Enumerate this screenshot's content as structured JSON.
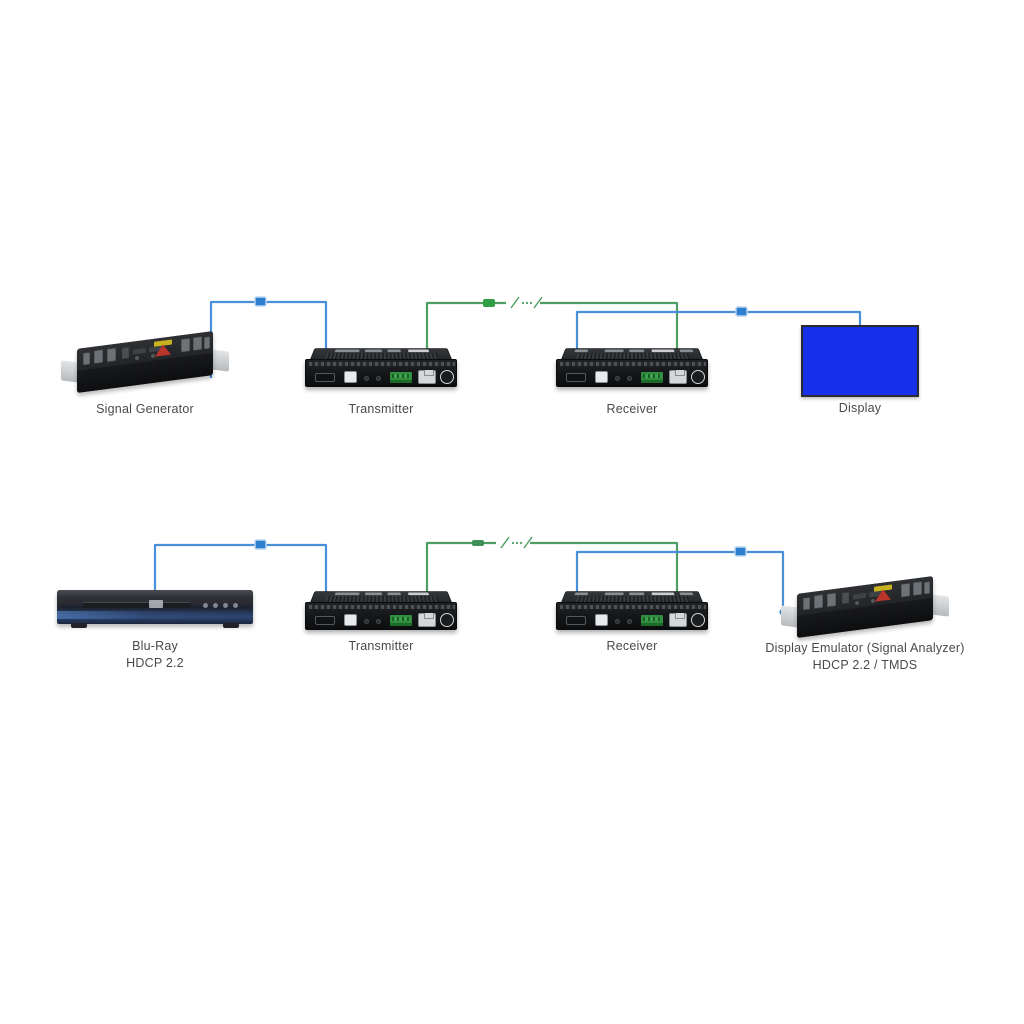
{
  "diagram": {
    "title": "AV Extender Signal Chain Diagram",
    "colors": {
      "hdmi_cable": "#4a90d9",
      "fiber_cable": "#4f9e63",
      "display_screen": "#1530e8",
      "label_text": "#4a4a4a",
      "device_body": "#1b1c1e"
    },
    "rows": [
      {
        "id": "row-1",
        "name": "signal-generator-chain",
        "nodes": [
          {
            "id": "signal-generator",
            "label": "Signal Generator",
            "sublabel": "",
            "type": "signal-generator"
          },
          {
            "id": "transmitter-1",
            "label": "Transmitter",
            "sublabel": "",
            "type": "extender"
          },
          {
            "id": "receiver-1",
            "label": "Receiver",
            "sublabel": "",
            "type": "extender"
          },
          {
            "id": "display",
            "label": "Display",
            "sublabel": "",
            "type": "monitor"
          }
        ],
        "links": [
          {
            "id": "link-gen-tx",
            "from": "signal-generator",
            "to": "transmitter-1",
            "cable": "hdmi",
            "color": "#4a90d9",
            "marker": true,
            "break": false
          },
          {
            "id": "link-tx-rx",
            "from": "transmitter-1",
            "to": "receiver-1",
            "cable": "fiber",
            "color": "#4f9e63",
            "marker": true,
            "break": true
          },
          {
            "id": "link-rx-disp",
            "from": "receiver-1",
            "to": "display",
            "cable": "hdmi",
            "color": "#4a90d9",
            "marker": true,
            "break": false
          }
        ]
      },
      {
        "id": "row-2",
        "name": "bluray-chain",
        "nodes": [
          {
            "id": "blu-ray",
            "label": "Blu-Ray",
            "sublabel": "HDCP 2.2",
            "type": "bluray"
          },
          {
            "id": "transmitter-2",
            "label": "Transmitter",
            "sublabel": "",
            "type": "extender"
          },
          {
            "id": "receiver-2",
            "label": "Receiver",
            "sublabel": "",
            "type": "extender"
          },
          {
            "id": "display-emulator",
            "label": "Display Emulator (Signal Analyzer)",
            "sublabel": "HDCP 2.2 / TMDS",
            "type": "signal-generator"
          }
        ],
        "links": [
          {
            "id": "link-bd-tx",
            "from": "blu-ray",
            "to": "transmitter-2",
            "cable": "hdmi",
            "color": "#4a90d9",
            "marker": true,
            "break": false
          },
          {
            "id": "link-tx2-rx2",
            "from": "transmitter-2",
            "to": "receiver-2",
            "cable": "fiber",
            "color": "#4f9e63",
            "marker": true,
            "break": true
          },
          {
            "id": "link-rx2-emu",
            "from": "receiver-2",
            "to": "display-emulator",
            "cable": "hdmi",
            "color": "#4a90d9",
            "marker": true,
            "break": false
          }
        ]
      }
    ]
  },
  "labels": {
    "signal_generator": "Signal Generator",
    "transmitter_1": "Transmitter",
    "receiver_1": "Receiver",
    "display": "Display",
    "blu_ray": "Blu-Ray",
    "blu_ray_sub": "HDCP 2.2",
    "transmitter_2": "Transmitter",
    "receiver_2": "Receiver",
    "display_emulator": "Display Emulator (Signal Analyzer)",
    "display_emulator_sub": "HDCP 2.2 / TMDS"
  }
}
